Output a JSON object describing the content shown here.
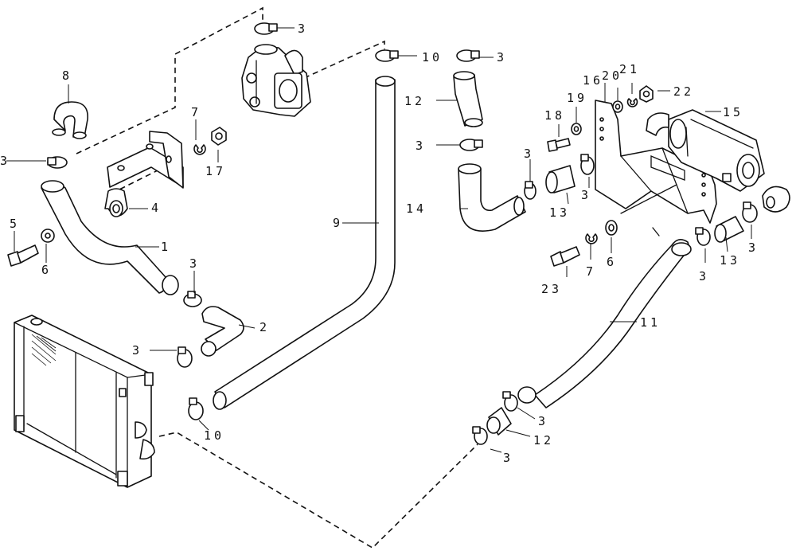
{
  "labels": {
    "l_1": "1",
    "l_2": "2",
    "l_3a": "3",
    "l_3b": "3",
    "l_3c": "3",
    "l_3d": "3",
    "l_3e": "3",
    "l_3f": "3",
    "l_3g": "3",
    "l_3h": "3",
    "l_3i": "3",
    "l_3j": "3",
    "l_3k": "3",
    "l_3l": "3",
    "l_4": "4",
    "l_5": "5",
    "l_6a": "6",
    "l_6b": "6",
    "l_7a": "7",
    "l_7b": "7",
    "l_8": "8",
    "l_9": "9",
    "l_10a": "10",
    "l_10b": "10",
    "l_11": "11",
    "l_12a": "12",
    "l_12b": "12",
    "l_13a": "13",
    "l_13b": "13",
    "l_14": "14",
    "l_15": "15",
    "l_16": "16",
    "l_17": "17",
    "l_18": "18",
    "l_19": "19",
    "l_20": "20",
    "l_21": "21",
    "l_22": "22",
    "l_23": "23"
  }
}
